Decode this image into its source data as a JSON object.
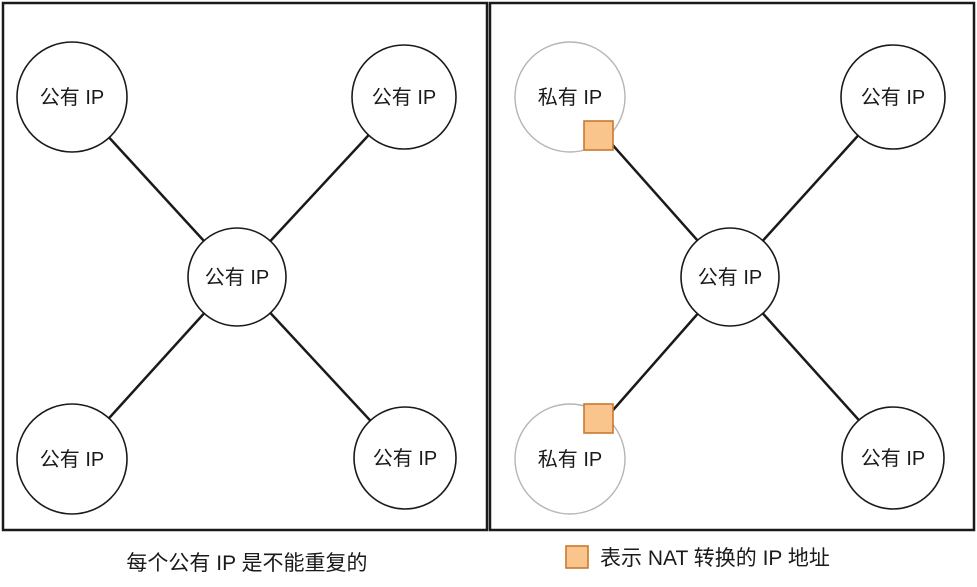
{
  "left_panel": {
    "nodes": {
      "top_left": "公有 IP",
      "top_right": "公有 IP",
      "center": "公有 IP",
      "bottom_left": "公有 IP",
      "bottom_right": "公有 IP"
    }
  },
  "right_panel": {
    "nodes": {
      "top_left": "私有 IP",
      "top_right": "公有 IP",
      "center": "公有 IP",
      "bottom_left": "私有 IP",
      "bottom_right": "公有 IP"
    },
    "nat_marker": "nat-translation-square"
  },
  "footer": {
    "left_caption": "每个公有 IP 是不能重复的",
    "legend_label": "表示 NAT 转换的 IP 地址"
  },
  "colors": {
    "line": "#1a1a1a",
    "node_fill": "#ffffff",
    "private_node_fill": "#e9e9e9",
    "nat_square_fill": "#f9c58d",
    "nat_square_border": "#c8792e"
  }
}
